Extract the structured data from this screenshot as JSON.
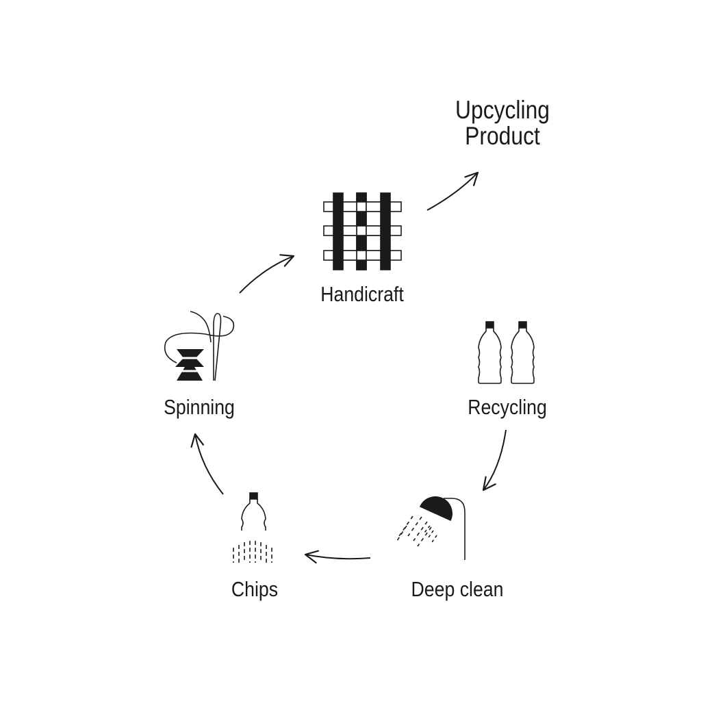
{
  "diagram": {
    "final_output": {
      "line1": "Upcycling",
      "line2": "Product"
    },
    "steps": [
      {
        "label": "Recycling",
        "icon": "plastic-bottles-icon"
      },
      {
        "label": "Deep clean",
        "icon": "shower-head-icon"
      },
      {
        "label": "Chips",
        "icon": "bottle-shredding-icon"
      },
      {
        "label": "Spinning",
        "icon": "spool-needle-icon"
      },
      {
        "label": "Handicraft",
        "icon": "woven-grid-icon"
      }
    ],
    "colors": {
      "ink": "#1a1a1a",
      "background": "#ffffff"
    }
  }
}
